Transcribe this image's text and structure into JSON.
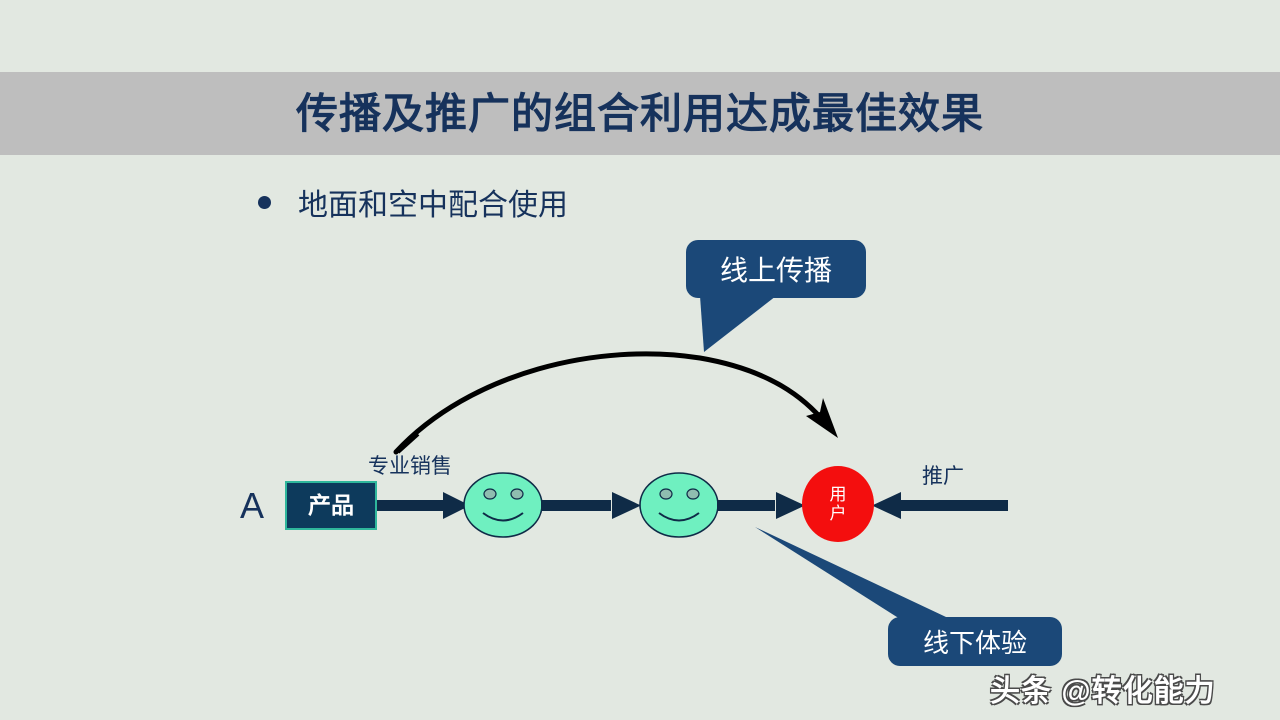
{
  "slide": {
    "background_color": "#e2e8e1",
    "title": "传播及推广的组合利用达成最佳效果",
    "title_band_color": "#bebebe",
    "title_color": "#16325c"
  },
  "bullet": {
    "text": "地面和空中配合使用",
    "marker": "bullet-dot"
  },
  "diagram": {
    "start_marker": "A",
    "product": {
      "label": "产品",
      "fill": "#0d3a5c",
      "border": "#2fb79c"
    },
    "sales_label": "专业销售",
    "promo_label": "推广",
    "user": {
      "line1": "用",
      "line2": "户",
      "fill": "#f40e0e"
    },
    "smileys": [
      {
        "name": "smiley-face-1",
        "fill": "#6ff0c0"
      },
      {
        "name": "smiley-face-2",
        "fill": "#6ff0c0"
      }
    ],
    "arrow_color": "#0f2b47",
    "curve_color": "#000000"
  },
  "callouts": [
    {
      "label": "线上传播",
      "fill": "#1b4878"
    },
    {
      "label": "线下体验",
      "fill": "#1b4878"
    }
  ],
  "watermark": {
    "text": "头条 @转化能力"
  }
}
